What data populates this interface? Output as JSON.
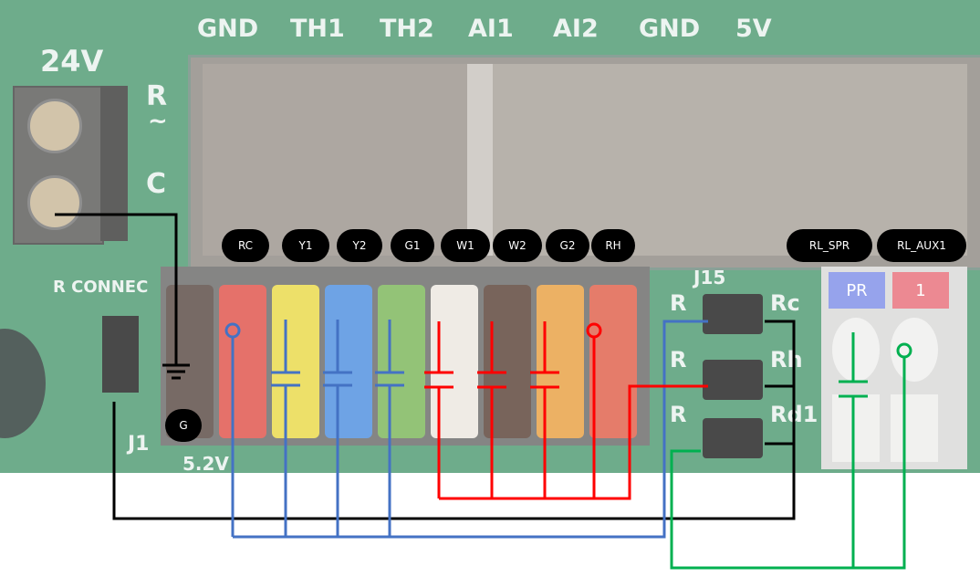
{
  "board": {
    "header_labels": [
      "GND",
      "TH1",
      "TH2",
      "AI1",
      "AI2",
      "GND",
      "5V"
    ],
    "power_label": "24V",
    "r_label": "R",
    "c_label": "C",
    "rconnect_label": "R CONNEC",
    "j1_label": "J1",
    "voltage_label": "5.2V",
    "j15_title": "J15",
    "j15_rows": [
      {
        "left": "R",
        "right": "Rc"
      },
      {
        "left": "R",
        "right": "Rh"
      },
      {
        "left": "R",
        "right": "Rd1"
      }
    ],
    "relay_tabs": [
      "PR",
      "1"
    ]
  },
  "terminals": [
    "RC",
    "Y1",
    "Y2",
    "G1",
    "W1",
    "W2",
    "G2",
    "RH"
  ],
  "relays": [
    "RL_SPR",
    "RL_AUX1"
  ],
  "ground_label": "G",
  "colors": {
    "wire_black": "#000000",
    "wire_blue": "#4472c4",
    "wire_red": "#ff0000",
    "wire_green": "#00b050",
    "board_green": "#4f9a72",
    "connector_colors": [
      "#5a4a44",
      "#e0524a",
      "#e9d948",
      "#4f8fe0",
      "#7cb65a",
      "#ece7e0",
      "#5b4238",
      "#e8a043",
      "#e0604a"
    ]
  }
}
